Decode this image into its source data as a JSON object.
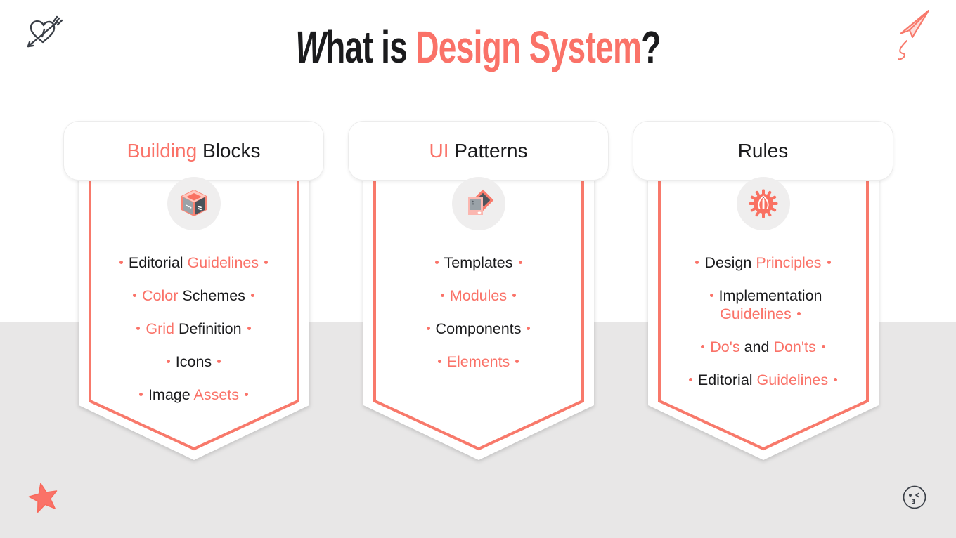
{
  "meta": {
    "page_type": "infographic-slide"
  },
  "colors": {
    "coral_text": "#fa7268",
    "coral_stroke": "#f8796b",
    "dark_text": "#1b1b1d",
    "background_top": "#ffffff",
    "background_bottom": "#e8e7e7",
    "icon_circle_background": "#efeeee"
  },
  "title": {
    "full_text": "What is Design System?",
    "segments": [
      {
        "text": "W",
        "color": "dark",
        "italic": true
      },
      {
        "text": "hat is ",
        "color": "dark"
      },
      {
        "text": "Design System",
        "color": "coral"
      },
      {
        "text": "?",
        "color": "dark"
      }
    ]
  },
  "decorations": [
    {
      "name": "heart-arrow-doodle",
      "position": "top-left",
      "color": "#3a3f47"
    },
    {
      "name": "paper-plane-doodle",
      "position": "top-right",
      "color": "#fa7268"
    },
    {
      "name": "star-doodle",
      "position": "bottom-left",
      "color": "#fa7268"
    },
    {
      "name": "winking-kiss-face-doodle",
      "position": "bottom-right",
      "color": "#3a3f47"
    }
  ],
  "columns": [
    {
      "id": "building-blocks",
      "icon": "isometric-cube-icon",
      "title_full": "Building Blocks",
      "title_segments": [
        {
          "text": "Building ",
          "color": "coral"
        },
        {
          "text": "Blocks",
          "color": "dark"
        }
      ],
      "items": [
        {
          "segments": [
            {
              "text": "Editorial ",
              "color": "dark"
            },
            {
              "text": "Guidelines",
              "color": "coral"
            }
          ]
        },
        {
          "segments": [
            {
              "text": "Color ",
              "color": "coral"
            },
            {
              "text": "Schemes",
              "color": "dark"
            }
          ]
        },
        {
          "segments": [
            {
              "text": "Grid ",
              "color": "coral"
            },
            {
              "text": "Definition",
              "color": "dark"
            }
          ]
        },
        {
          "segments": [
            {
              "text": "Icons",
              "color": "dark"
            }
          ]
        },
        {
          "segments": [
            {
              "text": "Image ",
              "color": "dark"
            },
            {
              "text": "Assets",
              "color": "coral"
            }
          ]
        }
      ]
    },
    {
      "id": "ui-patterns",
      "icon": "ui-cards-icon",
      "title_full": "UI Patterns",
      "title_segments": [
        {
          "text": "UI ",
          "color": "coral"
        },
        {
          "text": "Patterns",
          "color": "dark"
        }
      ],
      "items": [
        {
          "segments": [
            {
              "text": "Templates",
              "color": "dark"
            }
          ]
        },
        {
          "segments": [
            {
              "text": "Modules",
              "color": "coral"
            }
          ]
        },
        {
          "segments": [
            {
              "text": "Components",
              "color": "dark"
            }
          ]
        },
        {
          "segments": [
            {
              "text": "Elements",
              "color": "coral"
            }
          ]
        }
      ]
    },
    {
      "id": "rules",
      "icon": "gear-pencil-icon",
      "title_full": "Rules",
      "title_segments": [
        {
          "text": "Rules",
          "color": "dark"
        }
      ],
      "items": [
        {
          "segments": [
            {
              "text": "Design ",
              "color": "dark"
            },
            {
              "text": "Principles",
              "color": "coral"
            }
          ]
        },
        {
          "segments": [
            {
              "text": "Implementation\n",
              "color": "dark"
            },
            {
              "text": "Guidelines",
              "color": "coral"
            }
          ]
        },
        {
          "segments": [
            {
              "text": "Do's",
              "color": "coral"
            },
            {
              "text": " and ",
              "color": "dark"
            },
            {
              "text": "Don'ts",
              "color": "coral"
            }
          ]
        },
        {
          "segments": [
            {
              "text": "Editorial ",
              "color": "dark"
            },
            {
              "text": "Guidelines",
              "color": "coral"
            }
          ]
        }
      ]
    }
  ]
}
